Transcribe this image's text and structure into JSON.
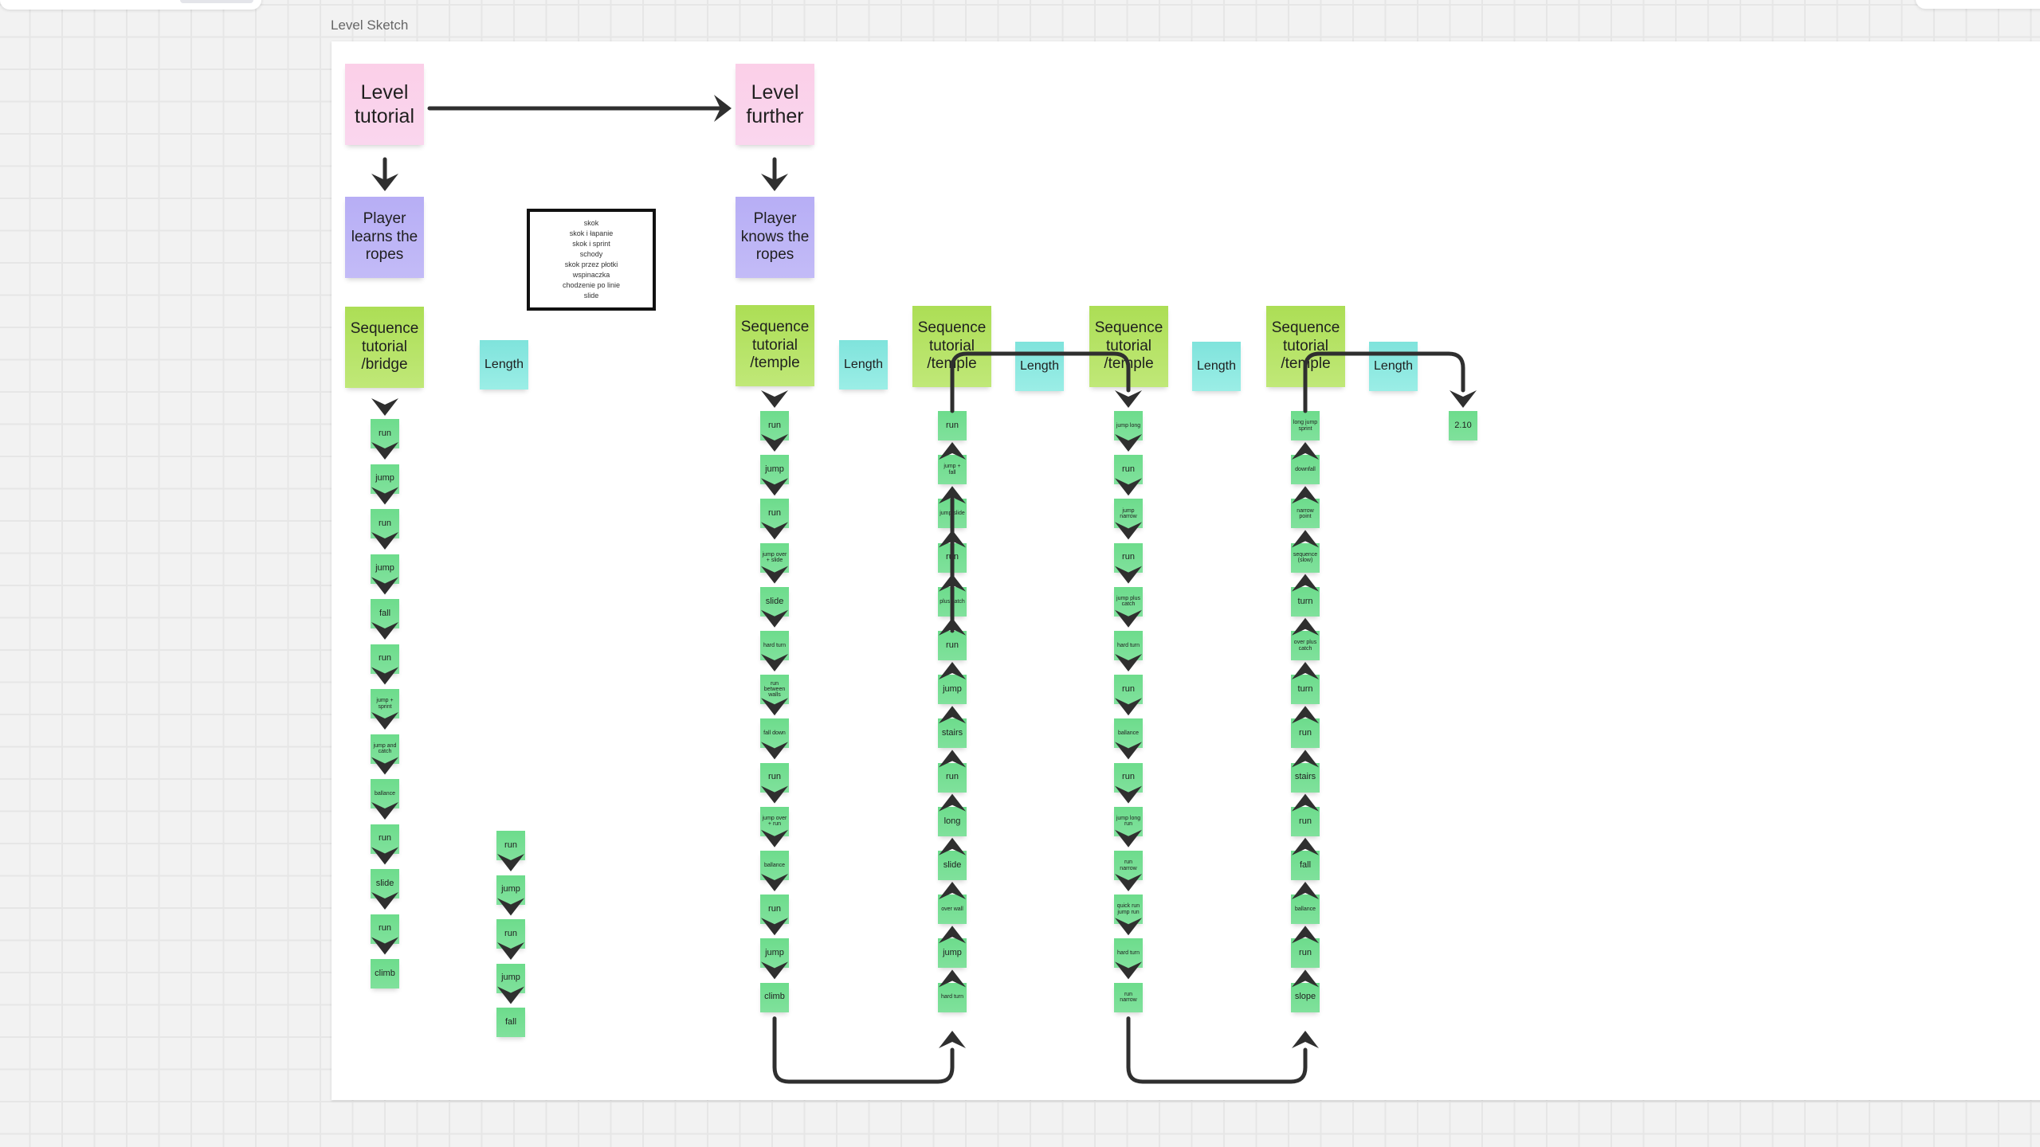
{
  "board": {
    "frame_title": "Level Sketch"
  },
  "colors": {
    "level": "#fbcfe8",
    "player": "#b7aef5",
    "sequence": "#acde55",
    "length": "#7fe3dc",
    "step": "#6ddc8c",
    "connector": "#2f2f2f"
  },
  "levels": [
    {
      "label": "Level tutorial"
    },
    {
      "label": "Level further"
    }
  ],
  "players": [
    {
      "label": "Player learns the ropes"
    },
    {
      "label": "Player knows the ropes"
    }
  ],
  "legend_box": {
    "lines": [
      "skok",
      "skok i łapanie",
      "skok i sprint",
      "schody",
      "skok przez płotki",
      "wspinaczka",
      "chodzenie po linie",
      "slide"
    ]
  },
  "sequences": [
    {
      "label": "Sequence tutorial /bridge",
      "length_label": "Length"
    },
    {
      "label": "Sequence tutorial /temple",
      "length_label": "Length"
    },
    {
      "label": "Sequence tutorial /temple",
      "length_label": "Length"
    },
    {
      "label": "Sequence tutorial /temple",
      "length_label": "Length"
    },
    {
      "label": "Sequence tutorial /temple",
      "length_label": "Length"
    }
  ],
  "columns": [
    {
      "name": "bridge",
      "direction": "down",
      "steps": [
        "run",
        "jump",
        "run",
        "jump",
        "fall",
        "run",
        "jump + sprint",
        "jump and catch",
        "ballance",
        "run",
        "slide",
        "run",
        "climb"
      ]
    },
    {
      "name": "length-bridge",
      "direction": "down",
      "steps": [
        "run",
        "jump",
        "run",
        "jump",
        "fall"
      ]
    },
    {
      "name": "temple-1",
      "direction": "down",
      "steps": [
        "run",
        "jump",
        "run",
        "jump over + slide",
        "slide",
        "hard turn",
        "run between walls",
        "fall down",
        "run",
        "jump over + run",
        "ballance",
        "run",
        "jump",
        "climb"
      ]
    },
    {
      "name": "temple-2",
      "direction": "up",
      "steps": [
        "run",
        "jump + fall",
        "jump slide",
        "run",
        "plus catch",
        "run",
        "jump",
        "stairs",
        "run",
        "long",
        "slide",
        "over wall",
        "jump",
        "hard turn"
      ]
    },
    {
      "name": "temple-3",
      "direction": "down",
      "steps": [
        "jump long",
        "run",
        "jump narrow",
        "run",
        "jump plus catch",
        "hard turn",
        "run",
        "ballance",
        "run",
        "jump long run",
        "run narrow",
        "quick run jump run",
        "hard turn",
        "run narrow"
      ]
    },
    {
      "name": "temple-4",
      "direction": "up",
      "steps": [
        "long jump sprint",
        "downfall",
        "narrow point",
        "sequence (slow)",
        "turn",
        "over plus catch",
        "turn",
        "run",
        "stairs",
        "run",
        "fall",
        "ballance",
        "run",
        "slope"
      ]
    },
    {
      "name": "end",
      "direction": "none",
      "steps": [
        "2.10"
      ]
    }
  ]
}
